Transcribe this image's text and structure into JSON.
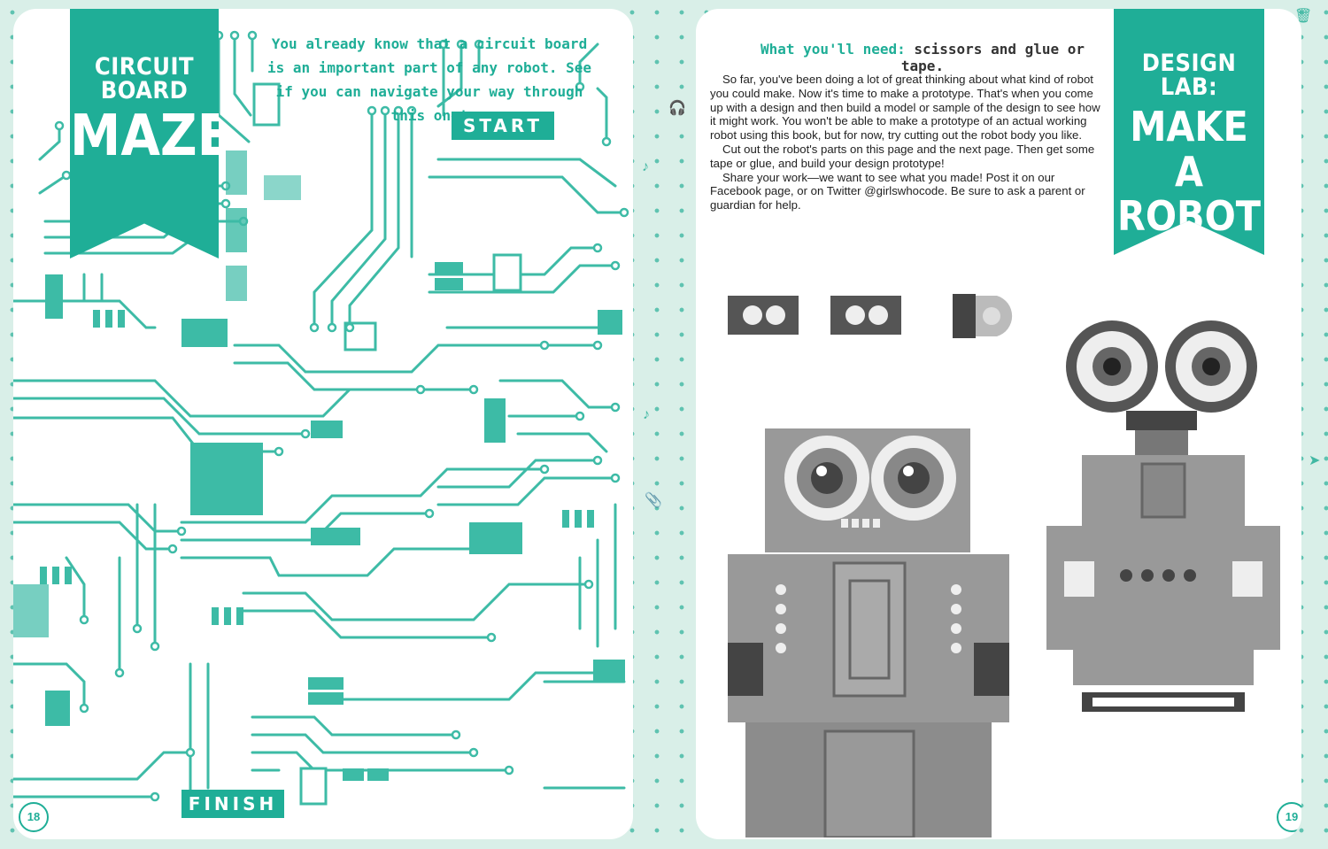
{
  "left_page": {
    "banner": {
      "line1": "CIRCUIT BOARD",
      "line2": "MAZE"
    },
    "intro": "You already know that a circuit board is an important part of any robot. See if you can navigate your way through this one!",
    "start_label": "START",
    "finish_label": "FINISH",
    "page_number": "18"
  },
  "right_page": {
    "need_label": "What you'll need:",
    "need_value": "scissors and glue or tape.",
    "paragraphs": [
      "So far, you've been doing a lot of great thinking about what kind of robot you could make. Now it's time to make a prototype. That's when you come up with a design and then build a model or sample of the design to see how it might work. You won't be able to make a prototype of an actual working robot using this book, but for now, try cutting out the robot body you like.",
      "Cut out the robot's parts on this page and the next page. Then get some tape or glue, and build your design prototype!",
      "Share your work—we want to see what you made! Post it on our Facebook page, or on Twitter @girlswhocode. Be sure to ask a parent or guardian for help."
    ],
    "banner": {
      "line1": "DESIGN LAB:",
      "line2": "MAKE A",
      "line3": "ROBOT"
    },
    "page_number": "19"
  },
  "colors": {
    "teal": "#1fae97",
    "mint": "#d9efe8",
    "robot_gray": "#8f8f8f"
  },
  "icons": [
    "headphones-icon",
    "music-note-icon",
    "trash-icon",
    "cursor-icon",
    "paperclip-icon"
  ]
}
